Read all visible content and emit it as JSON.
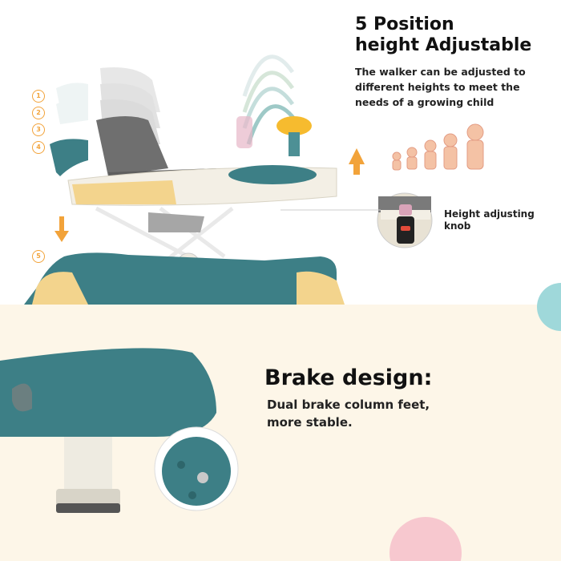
{
  "heading": {
    "line1": "5 Position",
    "line2": "height Adjustable"
  },
  "description": {
    "line1": "The walker can be adjusted to",
    "line2": "different heights to meet the",
    "line3": "needs of a growing child"
  },
  "position_markers": [
    "1",
    "2",
    "3",
    "4",
    "5"
  ],
  "knob": {
    "line1": "Height adjusting",
    "line2": "knob"
  },
  "brake": {
    "title": "Brake design:",
    "line1": "Dual brake column feet,",
    "line2": "more stable."
  },
  "colors": {
    "accent_orange": "#f2a33a",
    "teal": "#3d7f86",
    "cream": "#fdf6e8",
    "pink": "#f7c8cf",
    "light_teal": "#9fd8da"
  }
}
